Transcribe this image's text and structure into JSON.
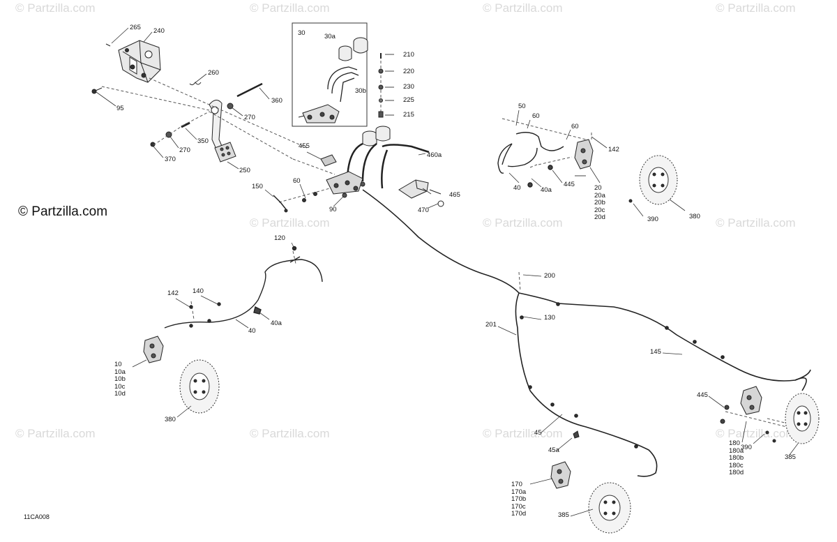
{
  "watermark": "© Partzilla.com",
  "brand": "© Partzilla.com",
  "diagram_code": "11CA008",
  "callouts": {
    "c265": "265",
    "c240": "240",
    "c95": "95",
    "c260": "260",
    "c360": "360",
    "c270a": "270",
    "c270b": "270",
    "c350": "350",
    "c370": "370",
    "c250": "250",
    "c30": "30",
    "c30a": "30a",
    "c30b": "30b",
    "c210": "210",
    "c220": "220",
    "c230": "230",
    "c225": "225",
    "c215": "215",
    "c455": "455",
    "c460a": "460a",
    "c465": "465",
    "c470": "470",
    "c150": "150",
    "c60a": "60",
    "c90": "90",
    "c50": "50",
    "c60b": "60",
    "c60c": "60",
    "c142a": "142",
    "c40a1": "40",
    "c40a_a": "40a",
    "c445a": "445",
    "c380a": "380",
    "c390a": "390",
    "c120": "120",
    "c142b": "142",
    "c140": "140",
    "c40b": "40",
    "c40a_b": "40a",
    "c380b": "380",
    "c200": "200",
    "c201": "201",
    "c130": "130",
    "c145": "145",
    "c445b": "445",
    "c390b": "390",
    "c385a": "385",
    "c45": "45",
    "c45a": "45a",
    "c385b": "385"
  },
  "stacks": {
    "front_right_caliper": [
      "20",
      "20a",
      "20b",
      "20c",
      "20d"
    ],
    "front_left_caliper": [
      "10",
      "10a",
      "10b",
      "10c",
      "10d"
    ],
    "rear_right_caliper": [
      "180",
      "180a",
      "180b",
      "180c",
      "180d"
    ],
    "rear_left_caliper": [
      "170",
      "170a",
      "170b",
      "170c",
      "170d"
    ]
  }
}
